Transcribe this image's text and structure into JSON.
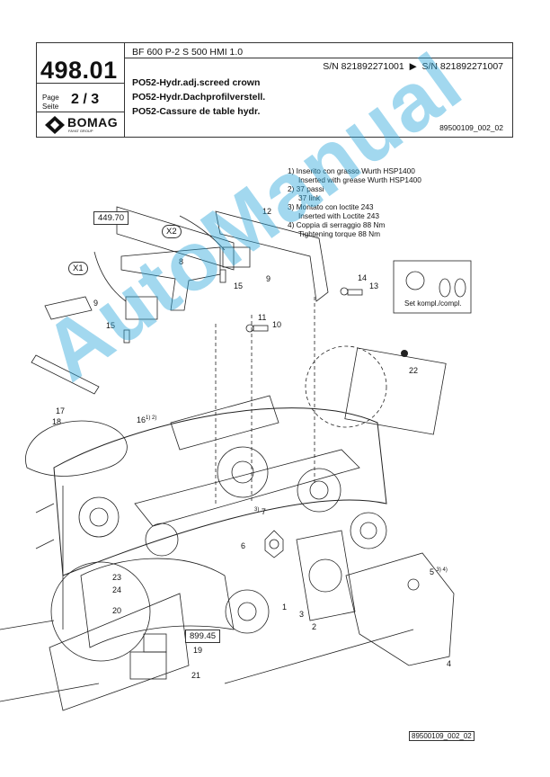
{
  "header": {
    "page_number": "498.01",
    "page_label_1": "Page",
    "page_label_2": "Seite",
    "page_value": "2 / 3",
    "brand": "BOMAG",
    "brand_sub": "FAYAT GROUP",
    "model": "BF 600 P-2 S 500 HMI 1.0",
    "serial_from": "S/N 821892271001",
    "serial_arrow": "▶",
    "serial_to": "S/N 821892271007",
    "title_en": "PO52-Hydr.adj.screed crown",
    "title_de": "PO52-Hydr.Dachprofilverstell.",
    "title_fr": "PO52-Cassure de table hydr.",
    "doc_ref": "89500109_002_02"
  },
  "notes": [
    "1) Inserito con grasso Wurth HSP1400",
    "Inserted with grease Wurth HSP1400",
    "2) 37 passi",
    "37 link",
    "3) Montato con loctite 243",
    "Inserted with Loctite 243",
    "4) Coppia di serraggio 88 Nm",
    "Tightening torque 88 Nm"
  ],
  "callouts": {
    "c1": "1",
    "c2": "2",
    "c3": "3",
    "c4": "4",
    "c5": "5",
    "c5n": "3) 4)",
    "c6": "6",
    "c7": "7",
    "c7n": "3)",
    "c8": "8",
    "c9a": "9",
    "c9b": "9",
    "c10": "10",
    "c11": "11",
    "c12": "12",
    "c13": "13",
    "c14": "14",
    "c15a": "15",
    "c15b": "15",
    "c16": "16",
    "c16n": "1) 2)",
    "c17": "17",
    "c18": "18",
    "c19": "19",
    "c20": "20",
    "c21": "21",
    "c22": "22",
    "c23": "23",
    "c24": "24",
    "x1": "X1",
    "x2": "X2",
    "ref_449": "449.70",
    "ref_899": "899.45",
    "set_kit": "Set kompl./compl."
  },
  "footer_ref": "89500109_002_02",
  "watermark": "AutoManual",
  "colors": {
    "watermark": "#33aadd",
    "line": "#222222"
  }
}
